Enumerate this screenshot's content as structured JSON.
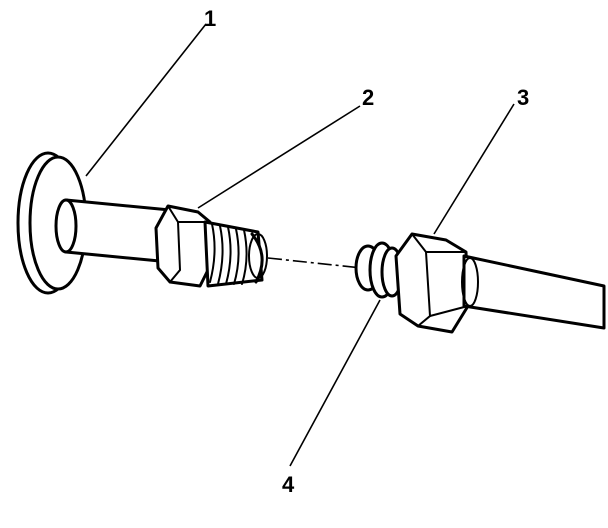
{
  "diagram": {
    "callouts": [
      {
        "label": "1",
        "part": "flared-tube-end"
      },
      {
        "label": "2",
        "part": "male-fitting-nut"
      },
      {
        "label": "3",
        "part": "female-flare-nut"
      },
      {
        "label": "4",
        "part": "seal-washer"
      }
    ],
    "colors": {
      "ink": "#000000",
      "background": "#ffffff"
    }
  }
}
